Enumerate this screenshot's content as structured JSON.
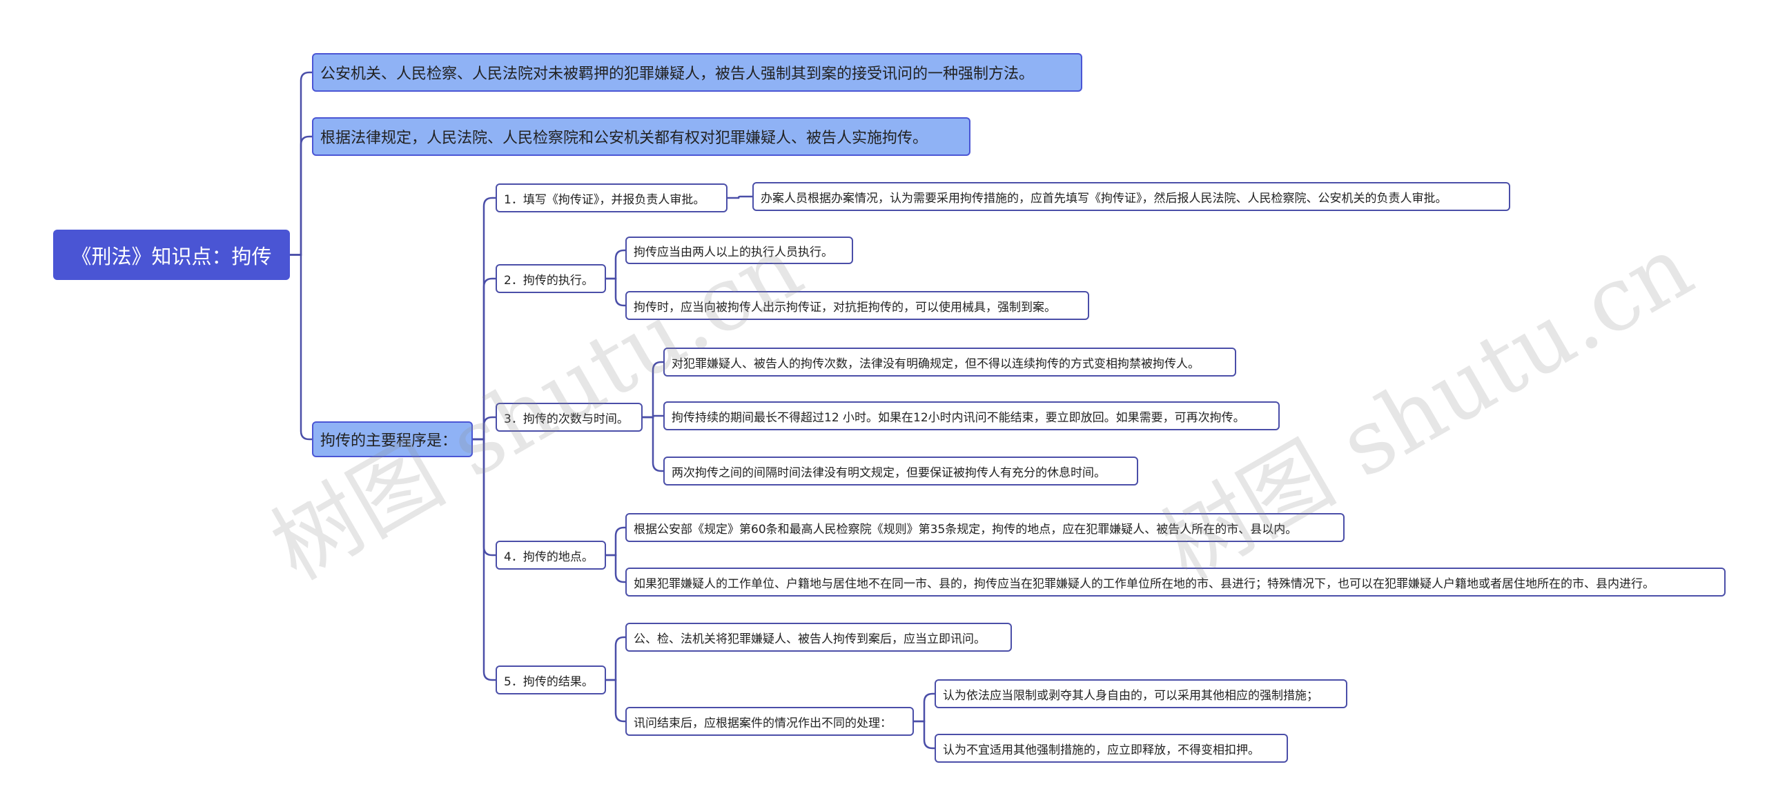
{
  "watermark": "树图 shutu.cn",
  "root": {
    "label": "《刑法》知识点：拘传"
  },
  "definition": "公安机关、人民检察、人民法院对未被羁押的犯罪嫌疑人，被告人强制其到案的接受讯问的一种强制方法。",
  "authority": "根据法律规定，人民法院、人民检察院和公安机关都有权对犯罪嫌疑人、被告人实施拘传。",
  "procedure": {
    "label": "拘传的主要程序是：",
    "step1": {
      "label": "1．填写《拘传证》，并报负责人审批。",
      "detail": "办案人员根据办案情况，认为需要采用拘传措施的，应首先填写《拘传证》，然后报人民法院、人民检察院、公安机关的负责人审批。"
    },
    "step2": {
      "label": "2．拘传的执行。",
      "detail1": "拘传应当由两人以上的执行人员执行。",
      "detail2": "拘传时，应当向被拘传人出示拘传证，对抗拒拘传的，可以使用械具，强制到案。"
    },
    "step3": {
      "label": "3．拘传的次数与时间。",
      "detail1": "对犯罪嫌疑人、被告人的拘传次数，法律没有明确规定，但不得以连续拘传的方式变相拘禁被拘传人。",
      "detail2": "拘传持续的期间最长不得超过12 小时。如果在12小时内讯问不能结束，要立即放回。如果需要，可再次拘传。",
      "detail3": "两次拘传之间的间隔时间法律没有明文规定，但要保证被拘传人有充分的休息时间。"
    },
    "step4": {
      "label": "4．拘传的地点。",
      "detail1": "根据公安部《规定》第60条和最高人民检察院《规则》第35条规定，拘传的地点，应在犯罪嫌疑人、被告人所在的市、县以内。",
      "detail2": "如果犯罪嫌疑人的工作单位、户籍地与居住地不在同一市、县的，拘传应当在犯罪嫌疑人的工作单位所在地的市、县进行；特殊情况下，也可以在犯罪嫌疑人户籍地或者居住地所在的市、县内进行。"
    },
    "step5": {
      "label": "5．拘传的结果。",
      "detail1": "公、检、法机关将犯罪嫌疑人、被告人拘传到案后，应当立即讯问。",
      "detail2": "讯问结束后，应根据案件的情况作出不同的处理：",
      "outcome1": "认为依法应当限制或剥夺其人身自由的，可以采用其他相应的强制措施；",
      "outcome2": "认为不宜适用其他强制措施的，应立即释放，不得变相扣押。"
    }
  },
  "colors": {
    "root": "#4a55d4",
    "level1": "#8fb2f5",
    "border": "#4a4ea8",
    "line": "#4a4ea8"
  }
}
